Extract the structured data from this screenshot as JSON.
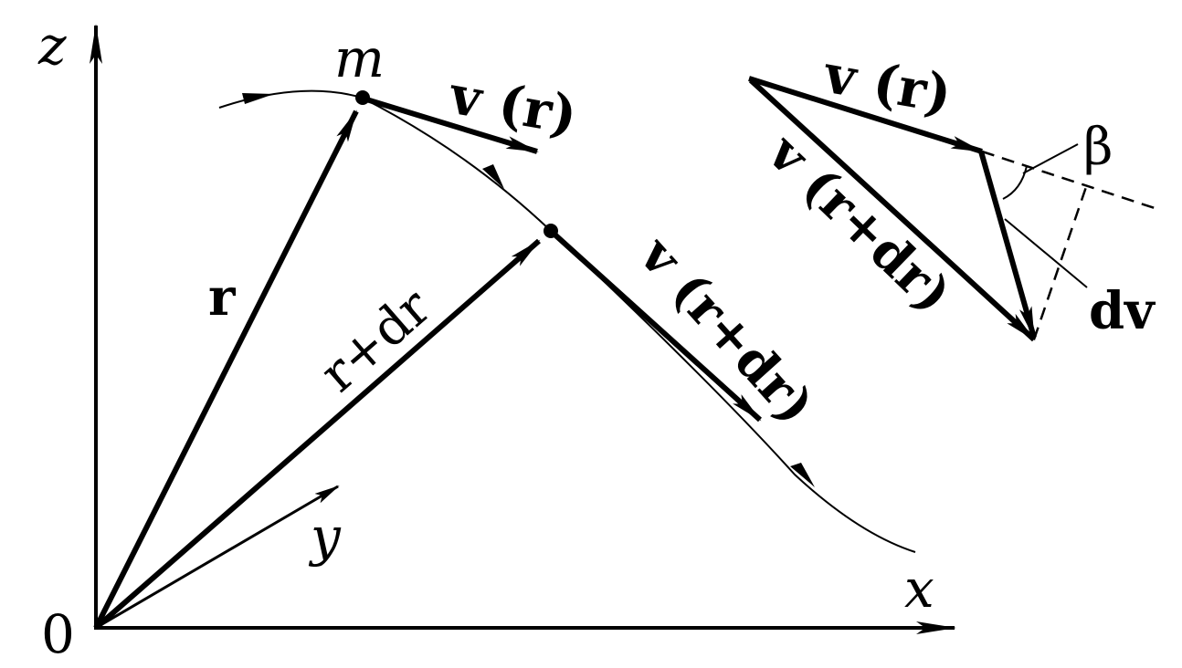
{
  "labels": {
    "axis_z": "z",
    "axis_y": "y",
    "axis_x": "x",
    "origin": "0",
    "point_m": "m",
    "vec_r": "r",
    "vec_r_plus_dr": "r+dr",
    "vel_r": "v (r)",
    "vel_r_plus_dr": "v (r+dr)",
    "inset_vel_r": "v (r)",
    "inset_vel_r_plus_dr": "v (r+dr)",
    "inset_beta": "β",
    "inset_dv": "dv"
  }
}
